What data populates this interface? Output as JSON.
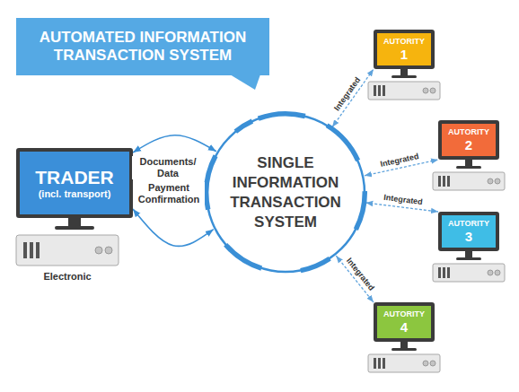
{
  "diagram": {
    "title": "AUTOMATED INFORMATION TRANSACTION SYSTEM",
    "nodes": [
      {
        "text": [
          "TRADER",
          "(incl. transport)"
        ]
      },
      {
        "text": [
          "SINGLE INFORMATION TRANSACTION SYSTEM"
        ]
      },
      {
        "text": [
          "AUTORITY",
          "1"
        ]
      },
      {
        "text": [
          "AUTORITY",
          "2"
        ]
      },
      {
        "text": [
          "AUTORITY",
          "3"
        ]
      },
      {
        "text": [
          "AUTORITY",
          "4"
        ]
      }
    ],
    "edges": [
      {
        "from": 0,
        "to": 1,
        "label": "Documents/ Data",
        "arrow": "both"
      },
      {
        "from": 0,
        "to": 1,
        "label": "Payment Confirmation",
        "arrow": "both"
      },
      {
        "from": 1,
        "to": 2,
        "label": "Integrated",
        "arrow": "both"
      },
      {
        "from": 1,
        "to": 3,
        "label": "Integrated",
        "arrow": "both"
      },
      {
        "from": 1,
        "to": 4,
        "label": "Integrated",
        "arrow": "both"
      },
      {
        "from": 1,
        "to": 5,
        "label": "Integrated",
        "arrow": "both"
      }
    ],
    "labels": [
      "Electronic"
    ]
  }
}
